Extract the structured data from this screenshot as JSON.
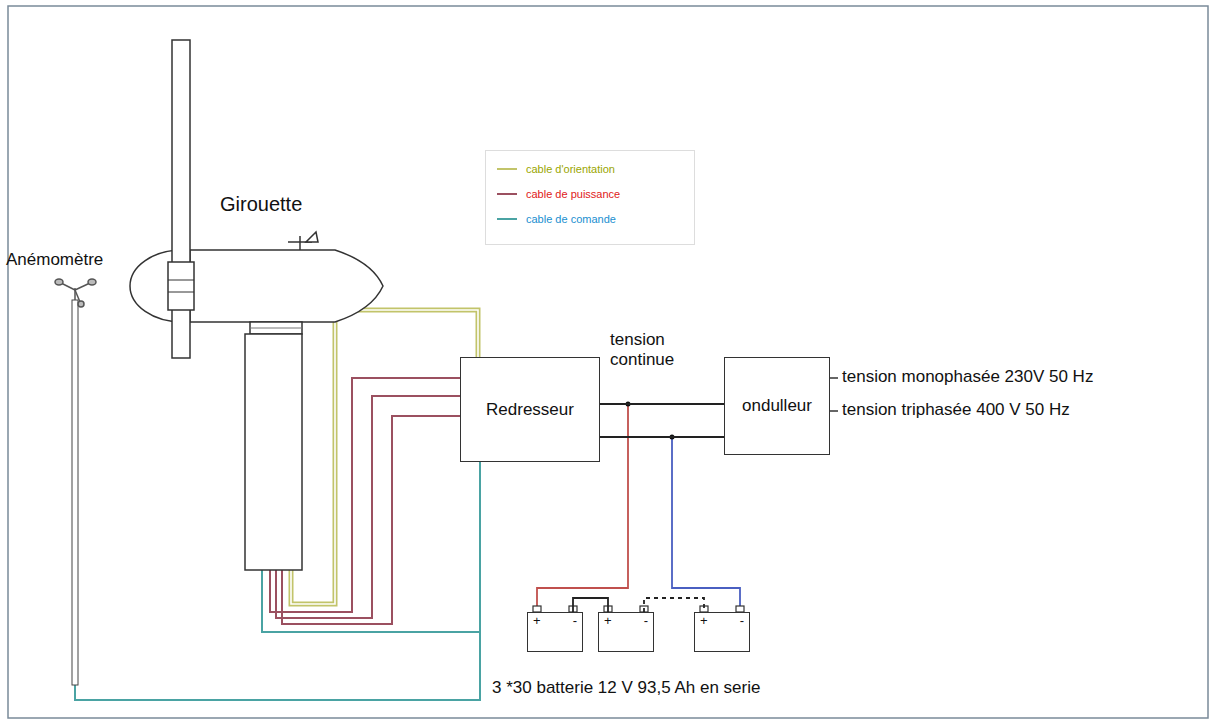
{
  "diagram": {
    "nodes": [
      {
        "text": [
          "Redresseur"
        ]
      },
      {
        "text": [
          "ondulleur"
        ]
      },
      {
        "text": [
          "+",
          "-"
        ]
      },
      {
        "text": [
          "+",
          "-"
        ]
      },
      {
        "text": [
          "+",
          "-"
        ]
      }
    ],
    "edges": [
      {
        "from": 0,
        "to": 1,
        "arrow": "none"
      },
      {
        "from": 0,
        "to": 1,
        "arrow": "none"
      },
      {
        "from": 2,
        "to": 3,
        "arrow": "none"
      },
      {
        "from": 3,
        "to": 4,
        "arrow": "none"
      }
    ],
    "labels": [
      "Girouette",
      "Anémomètre",
      "tension continue",
      "tension monophasée 230V 50 Hz",
      "tension triphasée 400 V 50 Hz",
      "3 *30 batterie 12 V 93,5 Ah en serie"
    ],
    "legend": [
      {
        "text": "cable d'orientation"
      },
      {
        "text": "cable de puissance"
      },
      {
        "text": "cable de comande"
      }
    ]
  }
}
